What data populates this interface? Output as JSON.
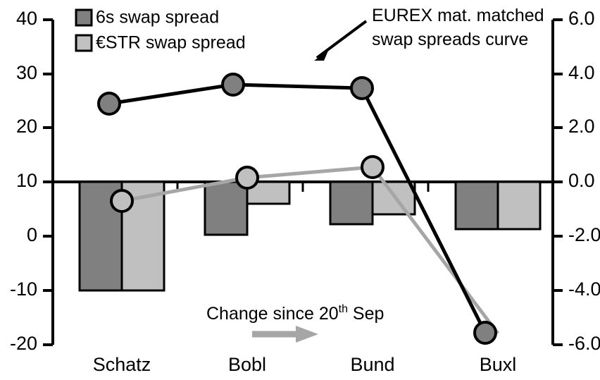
{
  "chart_data": {
    "type": "bar",
    "title": "",
    "subtitle": "",
    "categories": [
      "Schatz",
      "Bobl",
      "Bund",
      "Buxl"
    ],
    "series": [
      {
        "name": "6s swap spread",
        "type": "bar",
        "axis": "right",
        "color": "#808080",
        "values": [
          -4.0,
          -1.95,
          -1.55,
          -1.75
        ]
      },
      {
        "name": "€STR swap spread",
        "type": "bar",
        "axis": "right",
        "color": "#C0C0C0",
        "values": [
          -4.0,
          -0.8,
          -1.2,
          -1.75
        ]
      },
      {
        "name": "EUREX mat. matched swap spreads curve",
        "type": "line",
        "axis": "left",
        "color": "#000000",
        "values": [
          24.5,
          28.0,
          27.3,
          -18.0
        ]
      },
      {
        "name": "Change since 20th Sep",
        "type": "line",
        "axis": "right",
        "color": "#A6A6A6",
        "values": [
          -0.7,
          0.15,
          0.55,
          -5.6
        ]
      }
    ],
    "left_axis": {
      "label": "",
      "ticks": [
        "40",
        "30",
        "20",
        "10",
        "0",
        "-10",
        "-20"
      ],
      "values": [
        40,
        30,
        20,
        10,
        0,
        -10,
        -20
      ],
      "ylim": [
        -20,
        40
      ]
    },
    "right_axis": {
      "label": "",
      "ticks": [
        "6.0",
        "4.0",
        "2.0",
        "0.0",
        "-2.0",
        "-4.0",
        "-6.0"
      ],
      "values": [
        6.0,
        4.0,
        2.0,
        0.0,
        -2.0,
        -4.0,
        -6.0
      ],
      "ylim": [
        -6.0,
        6.0
      ]
    },
    "grid": false,
    "legend_position": "top-left",
    "annotations": [
      {
        "id": "curve-callout",
        "line1": "EUREX mat. matched",
        "line2": "swap spreads curve",
        "has_arrow": true,
        "arrow_color": "#000000"
      },
      {
        "id": "change-callout",
        "text_before": "Change since 20",
        "superscript": "th",
        "text_after": " Sep",
        "has_arrow": true,
        "arrow_color": "#A6A6A6"
      }
    ]
  },
  "legend": {
    "items": [
      {
        "label": "6s swap spread",
        "color": "#808080"
      },
      {
        "label": "€STR swap spread",
        "color": "#C0C0C0"
      }
    ]
  },
  "colors": {
    "bar_dark": "#808080",
    "bar_light": "#C0C0C0",
    "line_black": "#000000",
    "line_gray": "#A6A6A6",
    "marker_fill": "#808080",
    "marker_fill_light": "#C0C0C0",
    "axis": "#000000",
    "background": "#FFFFFF"
  }
}
